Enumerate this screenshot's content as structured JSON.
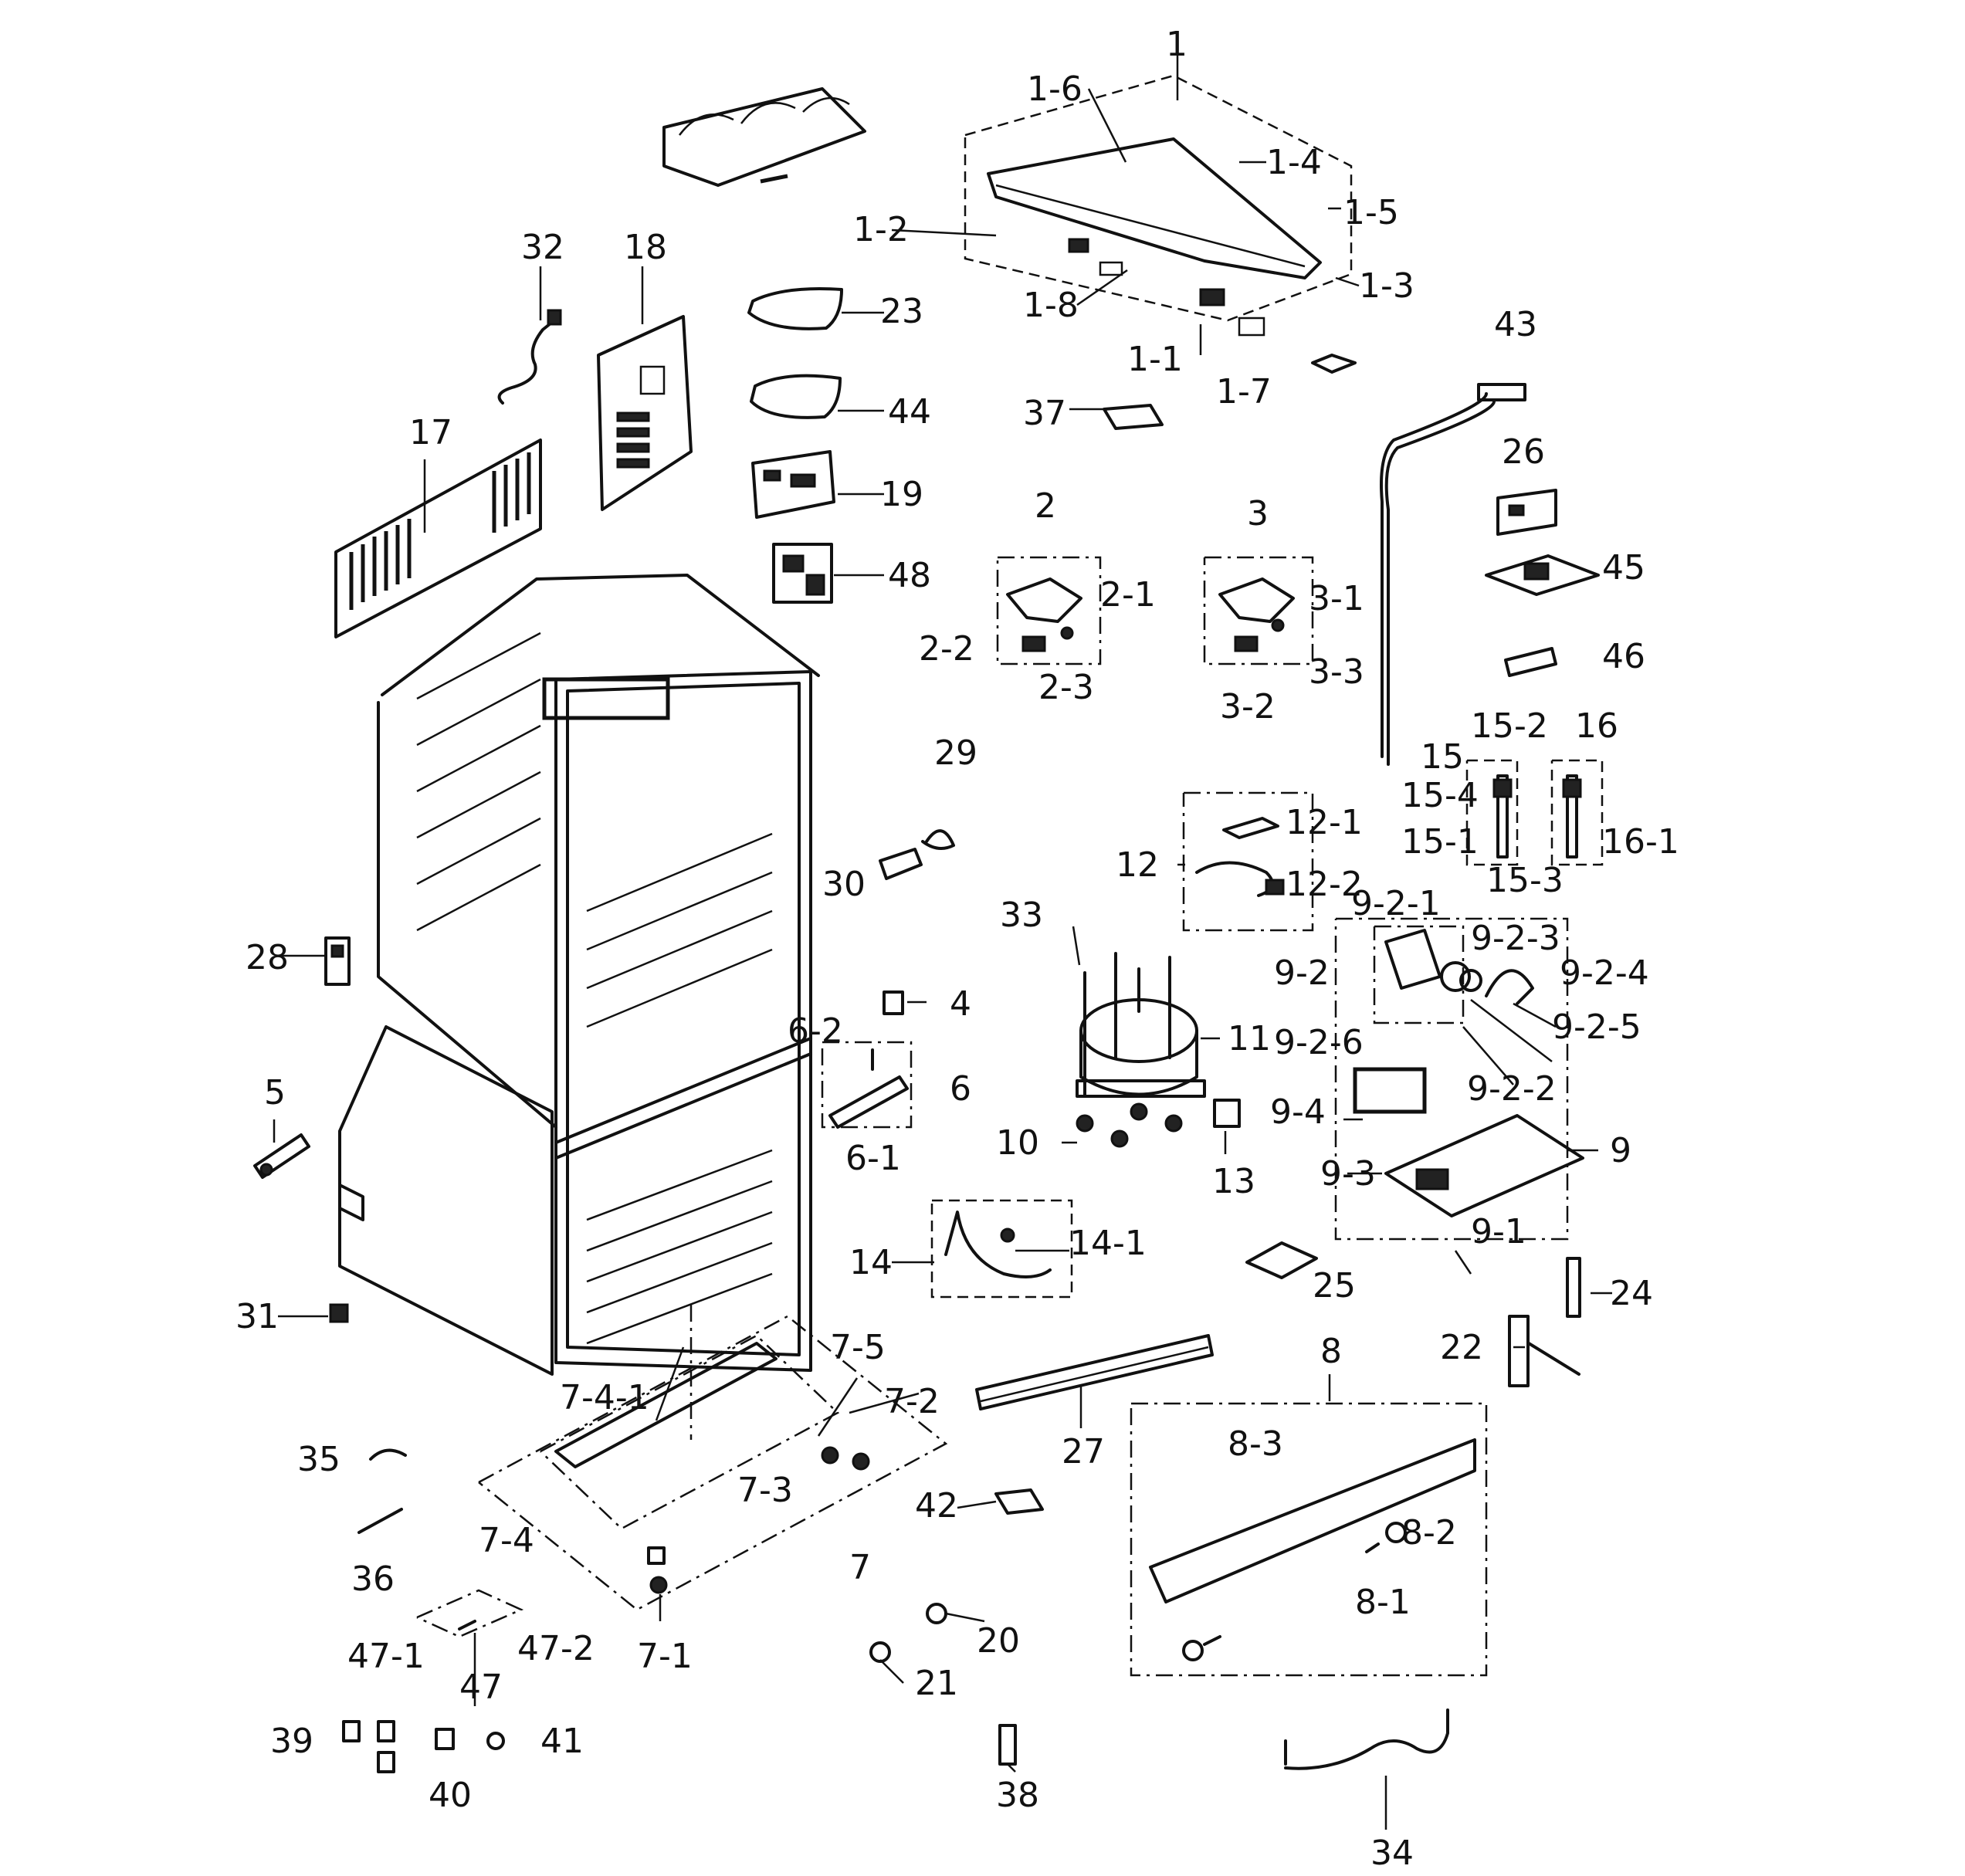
{
  "diagram": {
    "background": "#ffffff",
    "line_color": "#111111",
    "labels": {
      "1": "1",
      "1_1": "1-1",
      "1_2": "1-2",
      "1_3": "1-3",
      "1_4": "1-4",
      "1_5": "1-5",
      "1_6": "1-6",
      "1_7": "1-7",
      "1_8": "1-8",
      "2": "2",
      "2_1": "2-1",
      "2_2": "2-2",
      "2_3": "2-3",
      "3": "3",
      "3_1": "3-1",
      "3_2": "3-2",
      "3_3": "3-3",
      "4": "4",
      "5": "5",
      "6": "6",
      "6_1": "6-1",
      "6_2": "6-2",
      "7": "7",
      "7_1": "7-1",
      "7_2": "7-2",
      "7_3": "7-3",
      "7_4": "7-4",
      "7_4_1": "7-4-1",
      "7_5": "7-5",
      "8": "8",
      "8_1": "8-1",
      "8_2": "8-2",
      "8_3": "8-3",
      "9": "9",
      "9_1": "9-1",
      "9_2": "9-2",
      "9_2_1": "9-2-1",
      "9_2_2": "9-2-2",
      "9_2_3": "9-2-3",
      "9_2_4": "9-2-4",
      "9_2_5": "9-2-5",
      "9_2_6": "9-2-6",
      "9_3": "9-3",
      "9_4": "9-4",
      "10": "10",
      "11": "11",
      "12": "12",
      "12_1": "12-1",
      "12_2": "12-2",
      "13": "13",
      "14": "14",
      "14_1": "14-1",
      "15": "15",
      "15_1": "15-1",
      "15_2": "15-2",
      "15_3": "15-3",
      "15_4": "15-4",
      "16": "16",
      "16_1": "16-1",
      "17": "17",
      "18": "18",
      "19": "19",
      "20": "20",
      "21": "21",
      "22": "22",
      "23": "23",
      "24": "24",
      "25": "25",
      "26": "26",
      "27": "27",
      "28": "28",
      "29": "29",
      "30": "30",
      "31": "31",
      "32": "32",
      "33": "33",
      "34": "34",
      "35": "35",
      "36": "36",
      "37": "37",
      "38": "38",
      "39": "39",
      "40": "40",
      "41": "41",
      "42": "42",
      "43": "43",
      "44": "44",
      "45": "45",
      "46": "46",
      "47": "47",
      "47_1": "47-1",
      "47_2": "47-2",
      "48": "48"
    }
  }
}
